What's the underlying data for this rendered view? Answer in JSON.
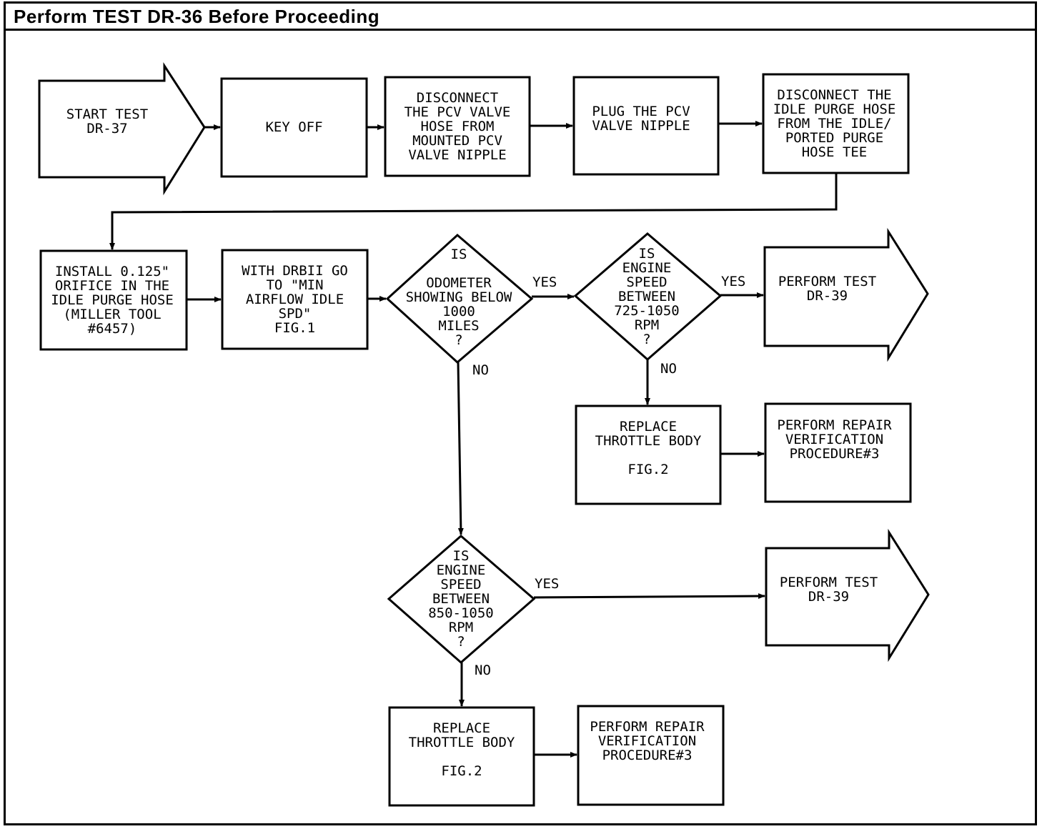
{
  "header": {
    "title": "Perform TEST DR-36 Before Proceeding"
  },
  "nodes": {
    "start": "START TEST\nDR-37",
    "key_off": "KEY OFF",
    "disconnect_pcv": "DISCONNECT\nTHE PCV VALVE\nHOSE FROM\nMOUNTED PCV\nVALVE NIPPLE",
    "plug_pcv": "PLUG THE PCV\nVALVE NIPPLE",
    "disconnect_purge": "DISCONNECT THE\nIDLE PURGE HOSE\nFROM THE IDLE/\nPORTED PURGE\nHOSE TEE",
    "install_orifice": "INSTALL 0.125\"\nORIFICE IN THE\nIDLE PURGE HOSE\n(MILLER TOOL\n#6457)",
    "drbii": "WITH DRBII GO\nTO \"MIN\nAIRFLOW IDLE\nSPD\"\nFIG.1",
    "odometer": "IS\n\nODOMETER\nSHOWING BELOW\n1000\nMILES\n?",
    "speed_1": "IS\nENGINE\nSPEED\nBETWEEN\n725-1050\nRPM\n?",
    "dr39_1": "PERFORM TEST\nDR-39",
    "replace_1": "REPLACE\nTHROTTLE BODY\n\nFIG.2",
    "verify_1": "PERFORM REPAIR\nVERIFICATION\nPROCEDURE#3",
    "speed_2": "IS\nENGINE\nSPEED\nBETWEEN\n850-1050\nRPM\n?",
    "dr39_2": "PERFORM TEST\nDR-39",
    "replace_2": "REPLACE\nTHROTTLE BODY\n\nFIG.2",
    "verify_2": "PERFORM REPAIR\nVERIFICATION\nPROCEDURE#3"
  },
  "edge_labels": {
    "odometer_yes": "YES",
    "odometer_no": "NO",
    "speed1_yes": "YES",
    "speed1_no": "NO",
    "speed2_yes": "YES",
    "speed2_no": "NO"
  }
}
